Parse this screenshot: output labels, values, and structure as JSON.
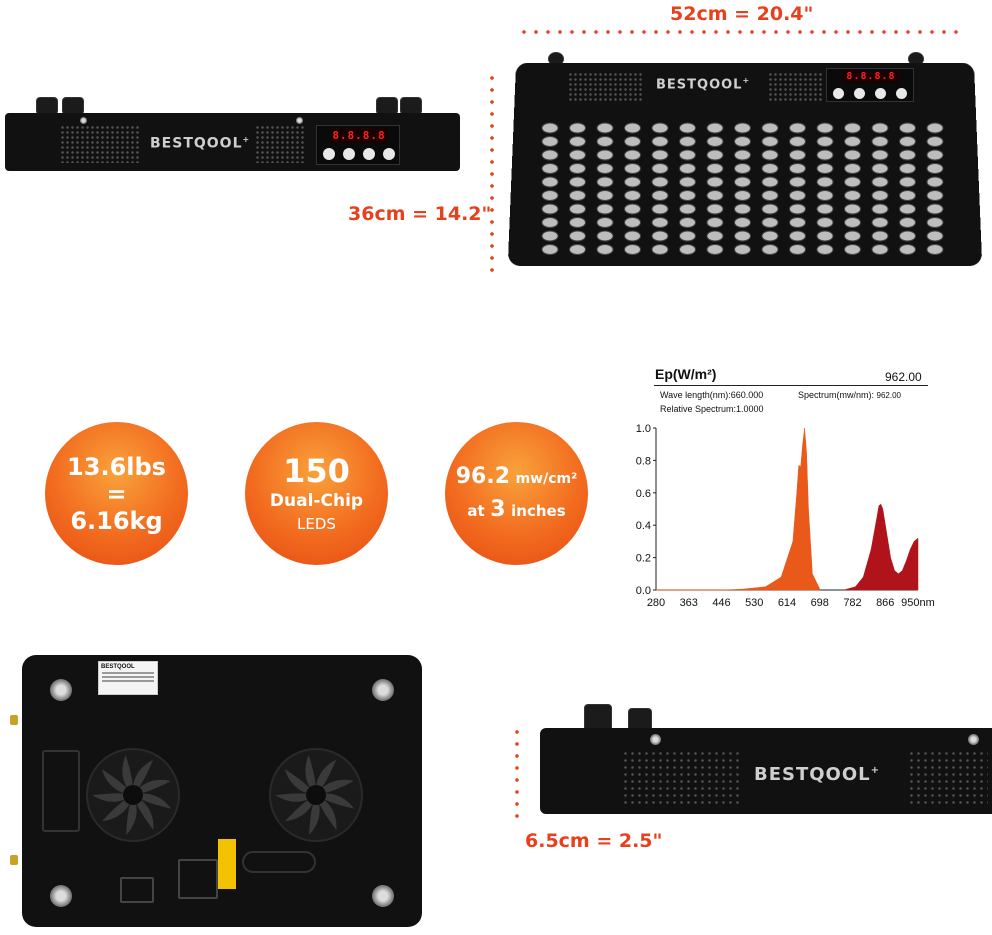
{
  "dimensions": {
    "width_label": "52cm = 20.4\"",
    "height_label": "36cm = 14.2\"",
    "depth_label": "6.5cm = 2.5\""
  },
  "brand": {
    "logo_text": "BESTQOOL",
    "logo_mark": "+",
    "display_digits": "8.8.8.8"
  },
  "badges": [
    {
      "line1": "13.6lbs",
      "line2": "=",
      "line3": "6.16kg"
    },
    {
      "line1": "150",
      "line2": "Dual-Chip",
      "line3": "LEDS"
    },
    {
      "value": "96.2",
      "unit": "mw/cm²",
      "prefix": "at",
      "number": "3",
      "suffix": "inches"
    }
  ],
  "spectrum": {
    "title": "Ep(W/m²)",
    "title_value": "962.00",
    "wavelength_label": "Wave length(nm):",
    "wavelength_value": "660.000",
    "spectrum_label": "Spectrum(mw/nm):",
    "spectrum_value": "962.00",
    "relative_label": "Relative Spectrum:",
    "relative_value": "1.0000"
  },
  "chart_data": {
    "type": "area",
    "title": "Ep(W/m²)",
    "x_ticks": [
      "280",
      "363",
      "446",
      "530",
      "614",
      "698",
      "782",
      "866",
      "950nm"
    ],
    "y_ticks": [
      "0.0",
      "0.2",
      "0.4",
      "0.6",
      "0.8",
      "1.0"
    ],
    "xlim": [
      280,
      950
    ],
    "ylim": [
      0,
      1.0
    ],
    "series": [
      {
        "color": "#e8591a",
        "x": [
          280,
          446,
          500,
          560,
          600,
          630,
          640,
          645,
          650,
          655,
          660,
          665,
          670,
          680,
          700
        ],
        "y": [
          0,
          0,
          0.005,
          0.02,
          0.08,
          0.3,
          0.6,
          0.77,
          0.76,
          0.9,
          1.0,
          0.85,
          0.5,
          0.1,
          0.0
        ]
      },
      {
        "color": "#b0141a",
        "x": [
          760,
          790,
          810,
          830,
          845,
          850,
          855,
          860,
          870,
          880,
          890,
          900,
          910,
          920,
          930,
          940,
          950
        ],
        "y": [
          0,
          0.02,
          0.08,
          0.25,
          0.45,
          0.52,
          0.53,
          0.5,
          0.35,
          0.2,
          0.12,
          0.1,
          0.12,
          0.18,
          0.25,
          0.3,
          0.32
        ]
      }
    ]
  }
}
